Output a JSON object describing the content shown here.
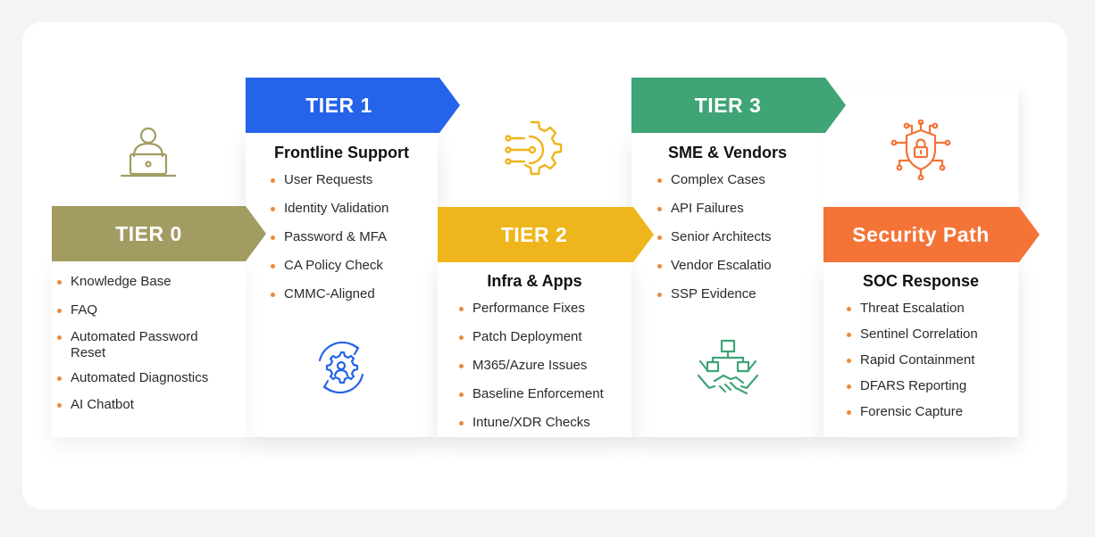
{
  "tiers": {
    "tier0": {
      "label": "TIER 0",
      "color": "#a39c62",
      "items": [
        "Knowledge Base",
        "FAQ",
        "Automated Password Reset",
        "Automated Diagnostics",
        "AI Chatbot"
      ],
      "icon": "laptop-user-icon"
    },
    "tier1": {
      "label": "TIER 1",
      "color": "#2563eb",
      "heading": "Frontline Support",
      "items": [
        "User Requests",
        "Identity Validation",
        "Password & MFA",
        "CA Policy Check",
        "CMMC-Aligned"
      ],
      "icon": "gear-user-cycle-icon"
    },
    "tier2": {
      "label": "TIER 2",
      "color": "#efb51c",
      "heading": "Infra & Apps",
      "items": [
        "Performance Fixes",
        "Patch Deployment",
        "M365/Azure Issues",
        "Baseline Enforcement",
        "Intune/XDR Checks"
      ],
      "icon": "gear-circuit-icon"
    },
    "tier3": {
      "label": "TIER 3",
      "color": "#3fa476",
      "heading": "SME & Vendors",
      "items": [
        "Complex Cases",
        "API Failures",
        "Senior Architects",
        "Vendor Escalatio",
        "SSP Evidence"
      ],
      "icon": "handshake-network-icon"
    },
    "security": {
      "label": "Security Path",
      "color": "#f47337",
      "heading": "SOC Response",
      "items": [
        "Threat Escalation",
        "Sentinel Correlation",
        "Rapid Containment",
        "DFARS Reporting",
        "Forensic Capture"
      ],
      "icon": "shield-lock-circuit-icon"
    }
  },
  "bullet_color": "#e98a3c"
}
